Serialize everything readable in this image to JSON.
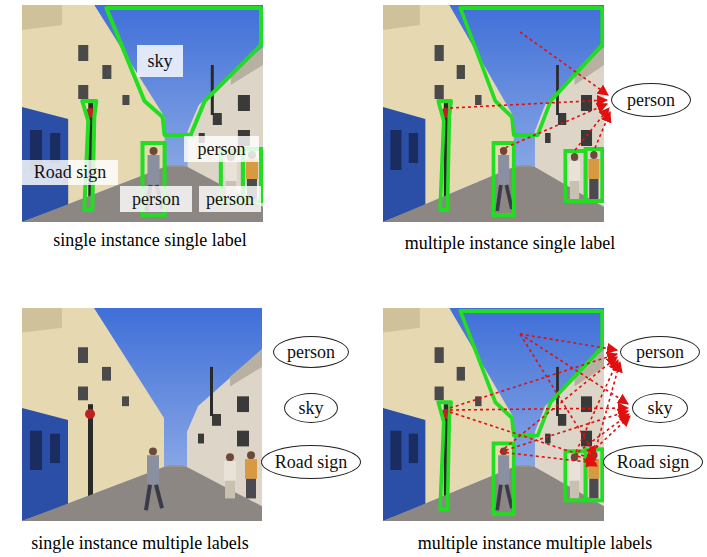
{
  "diagram": {
    "nodes": [
      {
        "text": [
          "sky"
        ]
      },
      {
        "text": [
          "Road sign"
        ]
      },
      {
        "text": [
          "person"
        ]
      },
      {
        "text": [
          "person"
        ]
      },
      {
        "text": [
          "person"
        ]
      },
      {
        "text": [
          "person"
        ]
      },
      {
        "text": [
          "person"
        ]
      },
      {
        "text": [
          "sky"
        ]
      },
      {
        "text": [
          "Road sign"
        ]
      },
      {
        "text": [
          "person"
        ]
      },
      {
        "text": [
          "sky"
        ]
      },
      {
        "text": [
          "Road sign"
        ]
      }
    ],
    "labels": [
      "single instance single label",
      "multiple instance single label",
      "single instance multiple labels",
      "multiple instance multiple labels"
    ]
  }
}
